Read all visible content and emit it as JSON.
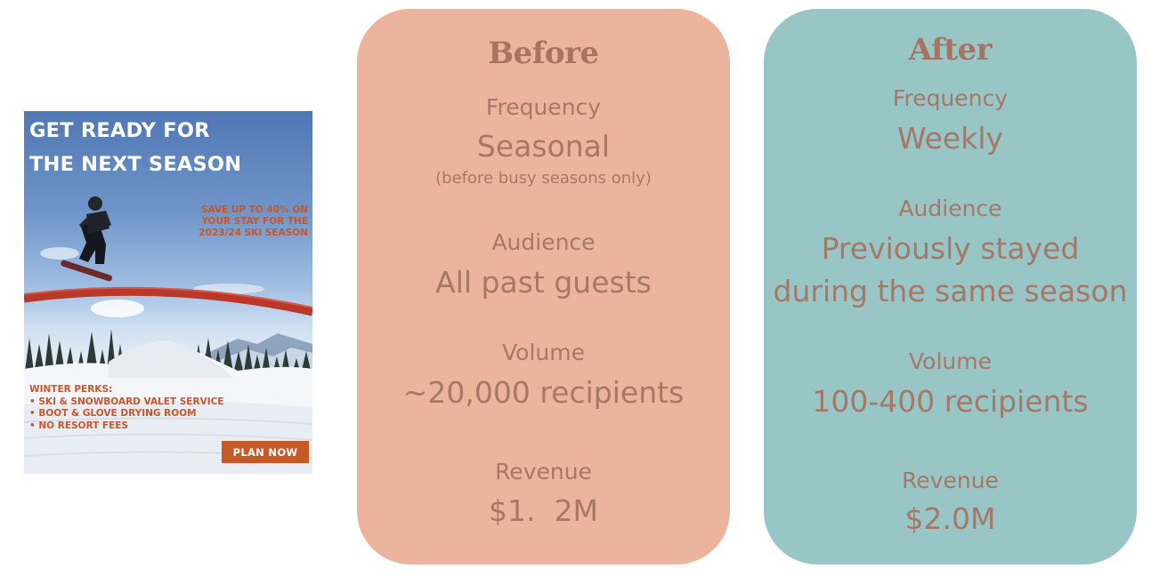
{
  "ad": {
    "headline": [
      "GET READY FOR",
      "THE NEXT SEASON"
    ],
    "promo": [
      "SAVE UP TO 40% ON",
      "YOUR STAY FOR THE",
      "2023/24 SKI SEASON"
    ],
    "perks_title": "WINTER PERKS:",
    "perks": [
      "• SKI & SNOWBOARD VALET SERVICE",
      "• BOOT & GLOVE DRYING ROOM",
      "• NO RESORT FEES"
    ],
    "cta_label": "PLAN NOW"
  },
  "before": {
    "title": "Before",
    "frequency_label": "Frequency",
    "frequency_value": "Seasonal",
    "frequency_note": "(before busy seasons only)",
    "audience_label": "Audience",
    "audience_value": "All past guests",
    "volume_label": "Volume",
    "volume_value": "~20,000 recipients",
    "revenue_label": "Revenue",
    "revenue_value": "$1.  2M"
  },
  "after": {
    "title": "After",
    "frequency_label": "Frequency",
    "frequency_value": "Weekly",
    "audience_label": "Audience",
    "audience_value_lines": [
      "Previously stayed",
      "during the same season"
    ],
    "volume_label": "Volume",
    "volume_value": "100-400 recipients",
    "revenue_label": "Revenue",
    "revenue_value": "$2.0M"
  },
  "colors": {
    "before_card": "#edb49d",
    "after_card": "#98c5c6",
    "text_brown": "#a67866",
    "cta_orange": "#c45a28"
  }
}
